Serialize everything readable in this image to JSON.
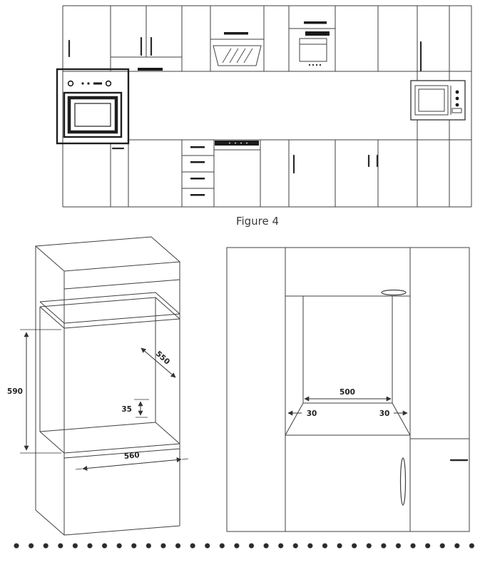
{
  "figure": {
    "caption": "Figure 4"
  },
  "iso_view": {
    "dim_height": "590",
    "dim_depth": "550",
    "dim_offset": "35",
    "dim_width": "560"
  },
  "front_view": {
    "dim_opening_width": "500",
    "dim_side_left": "30",
    "dim_side_right": "30"
  },
  "colors": {
    "line": "#3f3f3f",
    "bold_line": "#1e1e1e",
    "dots": "#2b2b2b",
    "text": "#2e2e2e",
    "background": "#ffffff"
  }
}
